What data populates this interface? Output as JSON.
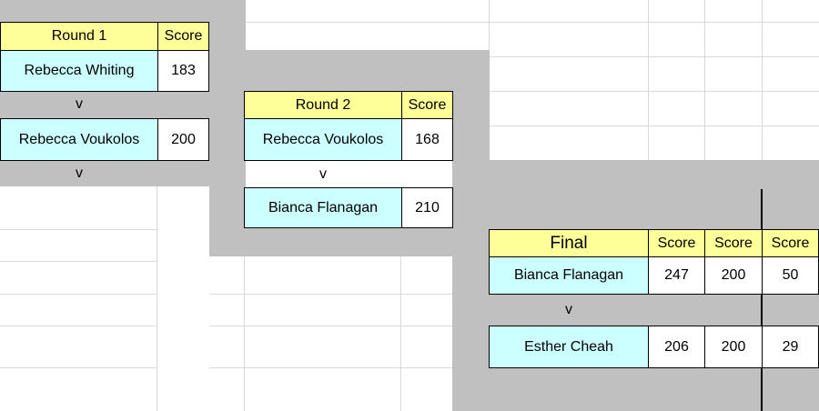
{
  "round1": {
    "header": "Round 1",
    "score_header": "Score",
    "players": [
      {
        "name": "Rebecca Whiting",
        "score": "183"
      },
      {
        "name": "Rebecca Voukolos",
        "score": "200"
      }
    ],
    "versus": [
      "v",
      "v"
    ]
  },
  "round2": {
    "header": "Round 2",
    "score_header": "Score",
    "players": [
      {
        "name": "Rebecca Voukolos",
        "score": "168"
      },
      {
        "name": "Bianca Flanagan",
        "score": "210"
      }
    ],
    "versus": "v"
  },
  "final": {
    "header": "Final",
    "score_headers": [
      "Score",
      "Score",
      "Score"
    ],
    "players": [
      {
        "name": "Bianca Flanagan",
        "scores": [
          "247",
          "200",
          "50"
        ]
      },
      {
        "name": "Esther Cheah",
        "scores": [
          "206",
          "200",
          "29"
        ]
      }
    ],
    "versus": "v"
  },
  "colors": {
    "header_fill": "#ffff99",
    "name_fill": "#ccffff",
    "track_gray": "#c0c0c0",
    "gridline": "#d9d9d9"
  }
}
